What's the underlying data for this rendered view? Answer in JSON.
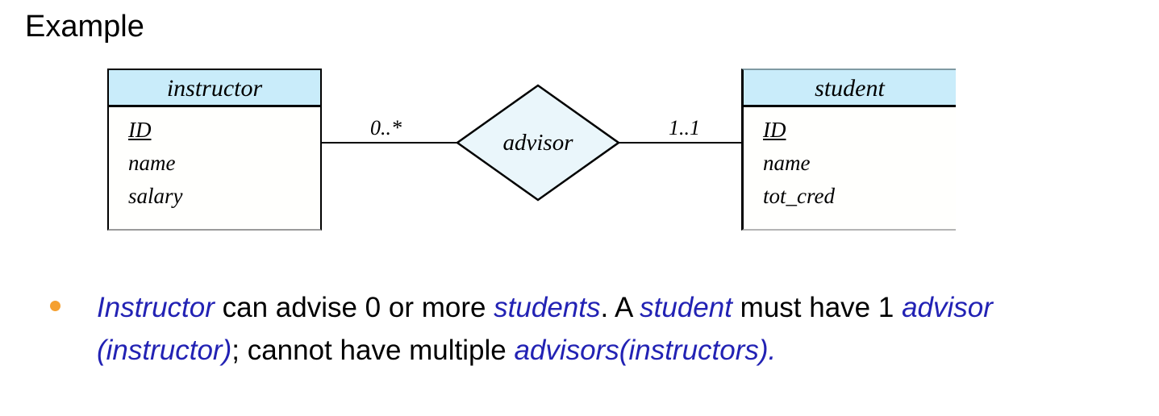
{
  "slide": {
    "title": "Example"
  },
  "diagram": {
    "type": "er-uml-class-diagram",
    "entities": [
      {
        "id": "instructor",
        "name": "instructor",
        "attributes": [
          {
            "label": "ID",
            "key": true
          },
          {
            "label": "name",
            "key": false
          },
          {
            "label": "salary",
            "key": false
          }
        ]
      },
      {
        "id": "student",
        "name": "student",
        "attributes": [
          {
            "label": "ID",
            "key": true
          },
          {
            "label": "name",
            "key": false
          },
          {
            "label": "tot_cred",
            "key": false
          }
        ]
      }
    ],
    "relationship": {
      "id": "advisor",
      "name": "advisor",
      "cardinality_left": "0..*",
      "cardinality_right": "1..1"
    },
    "colors": {
      "entity_header_fill": "#c9ecfa",
      "entity_body_fill": "#fffffd",
      "relationship_fill": "#eaf6fb",
      "line": "#000000"
    }
  },
  "bullet": {
    "marker_color": "#f5a030",
    "emphasis_color": "#2222b4",
    "runs": [
      {
        "text": "Instructor",
        "style": "em"
      },
      {
        "text": " can advise 0 or more ",
        "style": "plain"
      },
      {
        "text": "students",
        "style": "em"
      },
      {
        "text": ".  A ",
        "style": "plain"
      },
      {
        "text": "student",
        "style": "em"
      },
      {
        "text": " must have 1 ",
        "style": "plain"
      },
      {
        "text": "advisor (instructor)",
        "style": "em"
      },
      {
        "text": "; cannot have multiple ",
        "style": "plain"
      },
      {
        "text": "advisors(instructors).",
        "style": "em"
      }
    ]
  }
}
